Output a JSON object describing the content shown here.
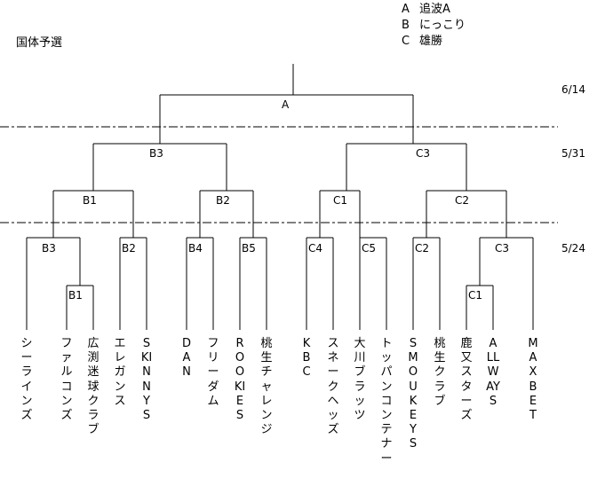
{
  "title": "国体予選",
  "legend": [
    {
      "key": "A",
      "label": "追波A"
    },
    {
      "key": "B",
      "label": "にっこり"
    },
    {
      "key": "C",
      "label": "雄勝"
    }
  ],
  "dates": {
    "final": "6/14",
    "semis": "5/31",
    "first": "5/24"
  },
  "nodes": {
    "final": "A",
    "semi_left": "B3",
    "semi_right": "C3",
    "q1": "B1",
    "q2": "B2",
    "q3": "C1",
    "q4": "C2",
    "r1": "B3",
    "r2": "B2",
    "r3": "B4",
    "r4": "B5",
    "r5": "C4",
    "r6": "C5",
    "r7": "C2",
    "r8": "C3",
    "pre_left": "B1",
    "pre_right": "C1"
  },
  "teams": [
    "シーラインズ",
    "ファルコンズ",
    "広渕迷球クラブ",
    "エレガンス",
    "SKINNYS",
    "DAN",
    "フリーダム",
    "ROOKIES",
    "桃生チャレンジ",
    "KBC",
    "スネークヘッズ",
    "大川ブラッツ",
    "トッパンコンテナー",
    "SMOUKEYS",
    "桃生クラブ",
    "鹿又スターズ",
    "ALLWAYS",
    "MAXBET"
  ]
}
